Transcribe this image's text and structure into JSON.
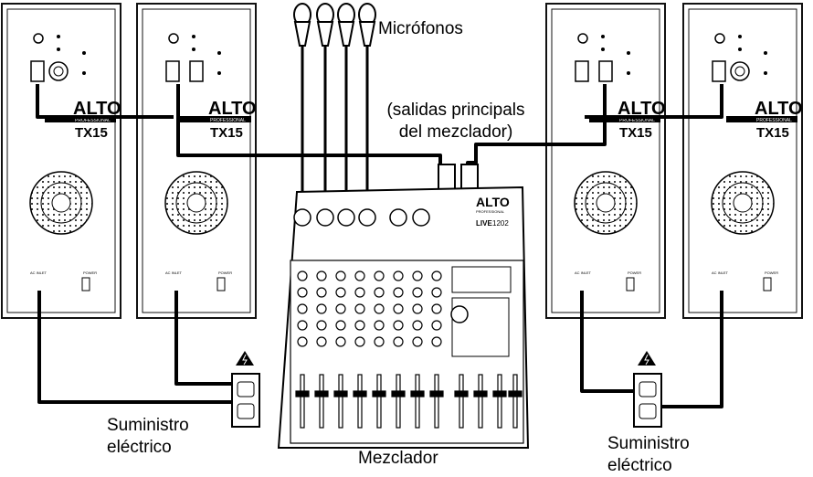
{
  "labels": {
    "microphones": "Micrófonos",
    "mixer_outputs_line1": "(salidas principals",
    "mixer_outputs_line2": "del mezclador)",
    "power_supply_left_line1": "Suministro",
    "power_supply_left_line2": "eléctrico",
    "power_supply_right_line1": "Suministro",
    "power_supply_right_line2": "eléctrico",
    "mixer": "Mezclador"
  },
  "speaker": {
    "brand": "ALTO",
    "sub_brand": "PROFESSIONAL",
    "model": "TX15",
    "ac_inlet_label": "AC INLET",
    "power_label": "POWER"
  },
  "mixer_device": {
    "brand": "ALTO",
    "sub_brand": "PROFESSIONAL",
    "model_prefix": "LIVE",
    "model_number": "1202"
  },
  "colors": {
    "line": "#000000",
    "background": "#ffffff",
    "outline": "#111111"
  }
}
